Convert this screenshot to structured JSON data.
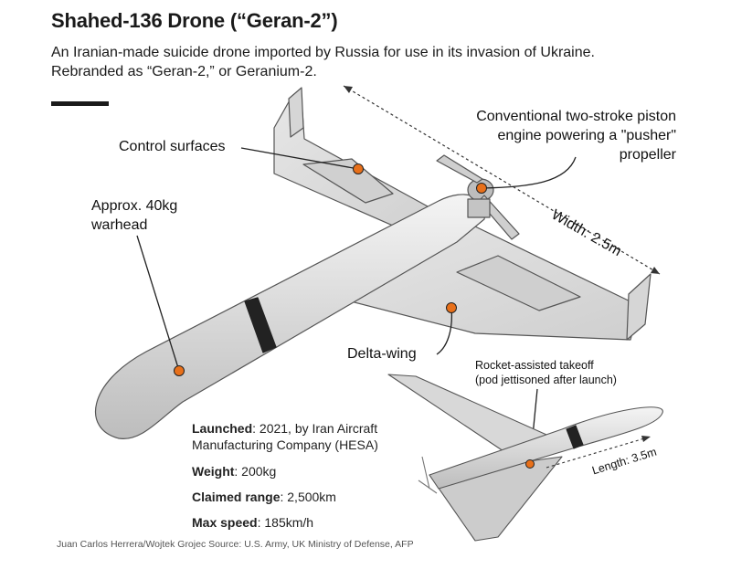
{
  "header": {
    "title": "Shahed-136 Drone (“Geran-2”)",
    "subtitle_line1": "An Iranian-made suicide drone imported by Russia for use in its invasion of Ukraine.",
    "subtitle_line2": "Rebranded as “Geran-2,” or Geranium-2."
  },
  "callouts": {
    "engine_line1": "Conventional two-stroke piston",
    "engine_line2": "engine powering a \"pusher\"",
    "engine_line3": "propeller",
    "control_surfaces": "Control surfaces",
    "warhead_line1": "Approx. 40kg",
    "warhead_line2": "warhead",
    "delta_wing": "Delta-wing",
    "width": "Width: 2.5m",
    "rocket_line1": "Rocket-assisted takeoff",
    "rocket_line2": "(pod jettisoned after launch)",
    "length": "Length: 3.5m"
  },
  "specs": {
    "launched_label": "Launched",
    "launched_value_line1": ": 2021, by Iran Aircraft",
    "launched_value_line2": "Manufacturing Company (HESA)",
    "weight_label": "Weight",
    "weight_value": ": 200kg",
    "range_label": "Claimed range",
    "range_value": ": 2,500km",
    "speed_label": "Max speed",
    "speed_value": ": 185km/h"
  },
  "credit": "Juan Carlos Herrera/Wojtek Grojec Source: U.S. Army, UK Ministry of Defense, AFP",
  "colors": {
    "marker": "#e8701a",
    "body": "#d9d9d9",
    "body_light": "#ececec",
    "outline": "#555555",
    "band": "#222222"
  }
}
